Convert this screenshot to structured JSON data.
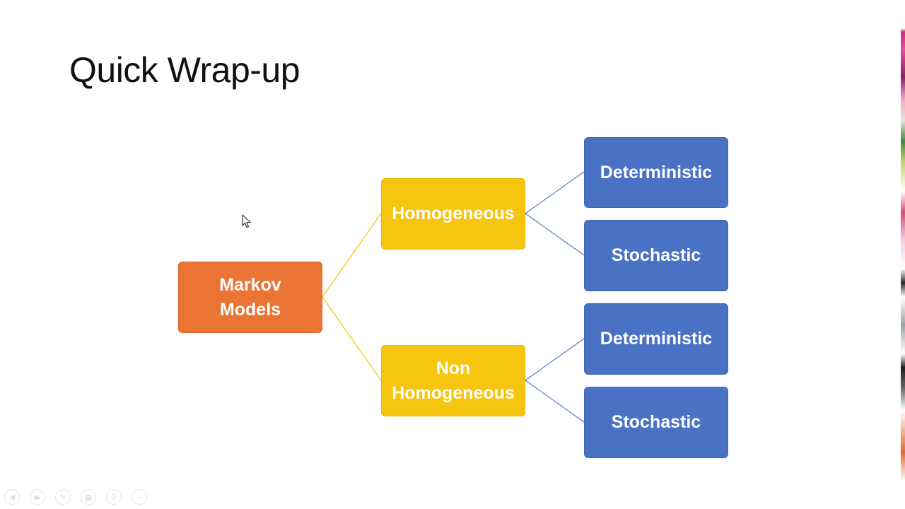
{
  "slide": {
    "title": "Quick Wrap-up"
  },
  "diagram": {
    "root": {
      "label_line1": "Markov",
      "label_line2": "Models",
      "color": "#ea7433"
    },
    "branches": [
      {
        "label_line1": "Homogeneous",
        "label_line2": "",
        "color": "#f6c50f",
        "children": [
          {
            "label": "Deterministic",
            "color": "#4a72c4"
          },
          {
            "label": "Stochastic",
            "color": "#4a72c4"
          }
        ]
      },
      {
        "label_line1": "Non",
        "label_line2": "Homogeneous",
        "color": "#f6c50f",
        "children": [
          {
            "label": "Deterministic",
            "color": "#4a72c4"
          },
          {
            "label": "Stochastic",
            "color": "#4a72c4"
          }
        ]
      }
    ],
    "connector_colors": {
      "root_to_branch": "#f6c50f",
      "branch_to_leaf": "#4a72c4"
    }
  },
  "presenter_toolbar": {
    "icons": [
      "previous-icon",
      "next-icon",
      "pen-icon",
      "slides-grid-icon",
      "zoom-icon",
      "more-options-icon"
    ]
  }
}
